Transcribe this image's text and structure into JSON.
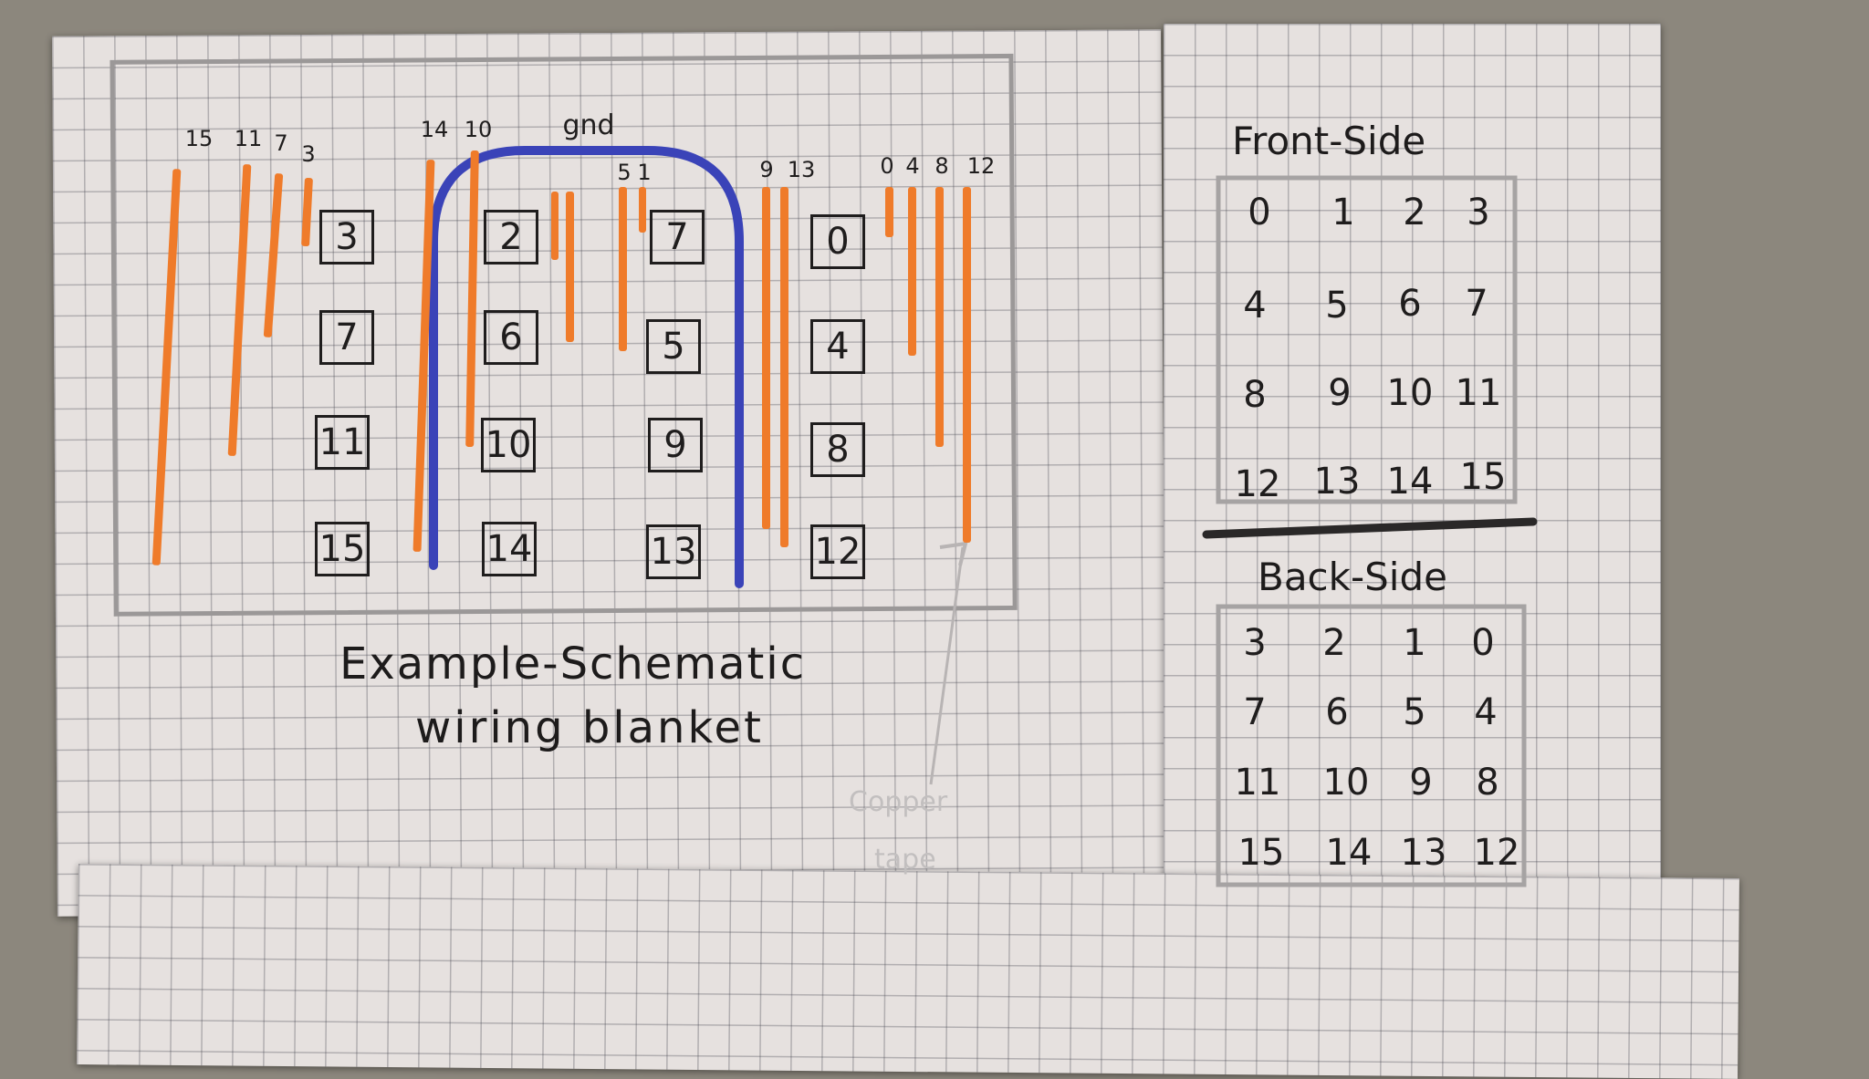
{
  "schematic": {
    "title_line1": "Example-Schematic",
    "title_line2": "wiring blanket",
    "grid": [
      [
        "3",
        "2",
        "7",
        "0"
      ],
      [
        "7",
        "6",
        "5",
        "4"
      ],
      [
        "11",
        "10",
        "9",
        "8"
      ],
      [
        "15",
        "14",
        "13",
        "12"
      ]
    ],
    "wire_labels": [
      "15",
      "11",
      "7",
      "3",
      "14",
      "10",
      "5",
      "1",
      "9",
      "13",
      "0",
      "4",
      "8",
      "12"
    ],
    "ground_label": "gnd",
    "copper_label_line1": "Copper",
    "copper_label_line2": "tape",
    "colors": {
      "wire": "#ef7b2a",
      "ground": "#3a43b8",
      "ink": "#1f1d1d"
    }
  },
  "front": {
    "title": "Front-Side",
    "grid": [
      [
        "0",
        "1",
        "2",
        "3"
      ],
      [
        "4",
        "5",
        "6",
        "7"
      ],
      [
        "8",
        "9",
        "10",
        "11"
      ],
      [
        "12",
        "13",
        "14",
        "15"
      ]
    ]
  },
  "back": {
    "title": "Back-Side",
    "grid": [
      [
        "3",
        "2",
        "1",
        "0"
      ],
      [
        "7",
        "6",
        "5",
        "4"
      ],
      [
        "11",
        "10",
        "9",
        "8"
      ],
      [
        "15",
        "14",
        "13",
        "12"
      ]
    ]
  }
}
